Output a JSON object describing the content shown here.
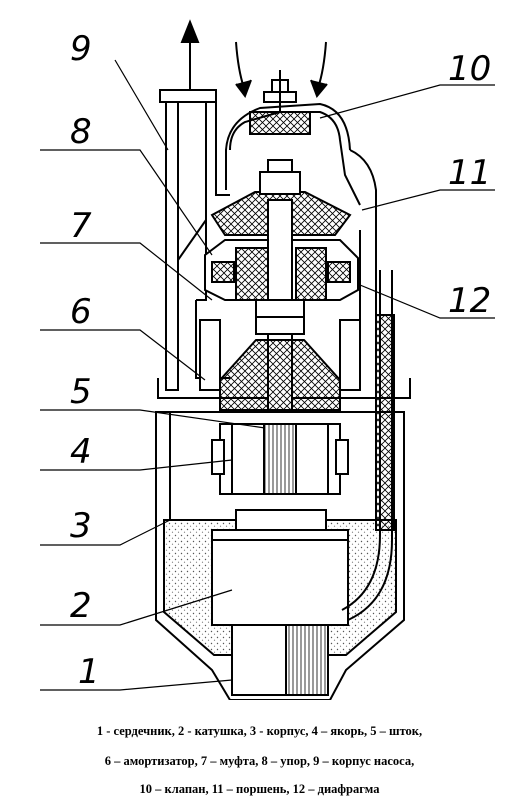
{
  "labels": {
    "l1": "1",
    "l2": "2",
    "l3": "3",
    "l4": "4",
    "l5": "5",
    "l6": "6",
    "l7": "7",
    "l8": "8",
    "l9": "9",
    "l10": "10",
    "l11": "11",
    "l12": "12"
  },
  "legend": {
    "line1": "1 - сердечник, 2 - катушка, 3 -  корпус, 4 – якорь, 5 – шток,",
    "line2": "6 – амортизатор, 7 – муфта, 8 – упор, 9 – корпус насоса,",
    "line3": "10 – клапан, 11 – поршень, 12 – диафрагма"
  }
}
